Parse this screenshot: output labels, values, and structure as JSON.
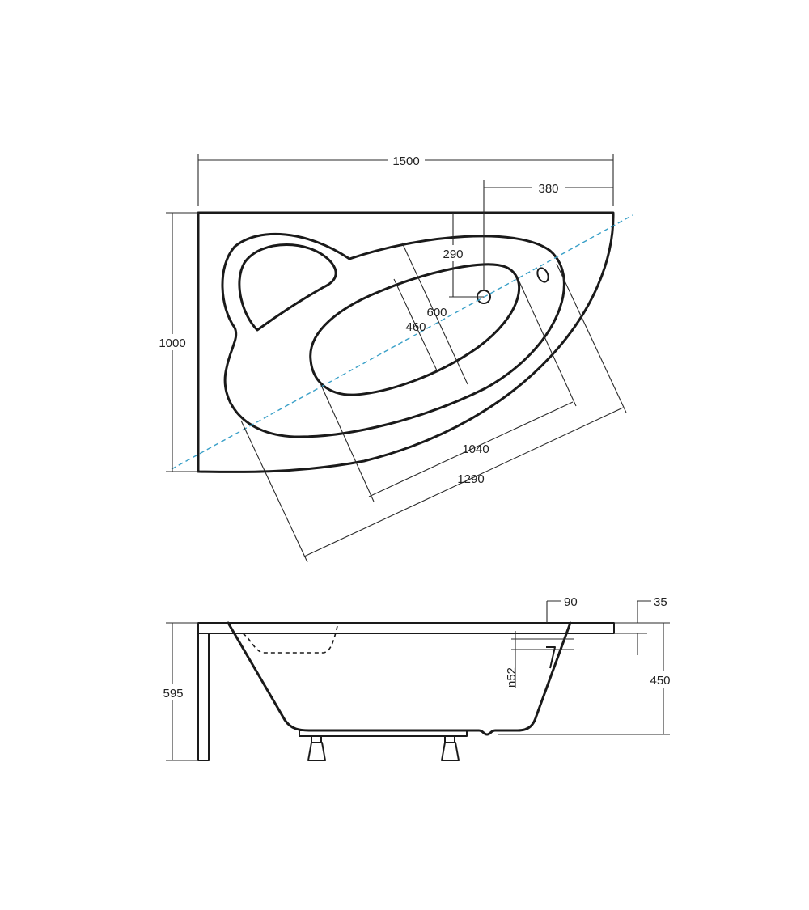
{
  "top_view": {
    "dimensions": {
      "width_total": "1500",
      "drain_offset": "380",
      "height_total": "1000",
      "drain_depth": "290",
      "inner_width_outer": "600",
      "inner_width_inner": "460",
      "inner_length": "1040",
      "outer_length": "1290"
    }
  },
  "side_view": {
    "dimensions": {
      "rim_width": "90",
      "rim_thickness": "35",
      "overflow_offset": "n52",
      "total_height": "595",
      "tub_depth": "450"
    }
  },
  "colors": {
    "line": "#1a1a1a",
    "axis": "#3aa0c8"
  }
}
